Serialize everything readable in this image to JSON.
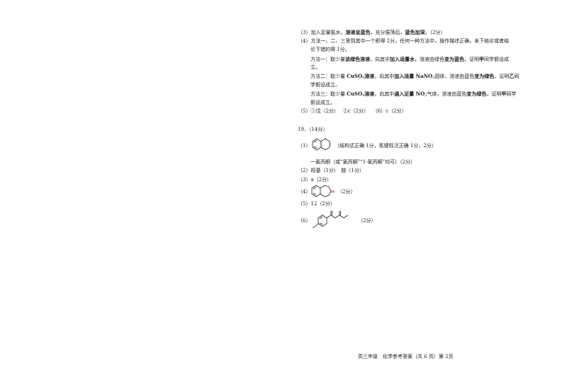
{
  "q18": {
    "p3": {
      "a": "（3）加入足量氨水，",
      "b1": "溶液呈蓝色",
      "c": "，充分振荡后，",
      "b2": "蓝色加深",
      "d": "。（2分）"
    },
    "p4_l1": "（4）方法一、二、三答到其中一个即得 2分，任何一种方法中，操作描述正确，未下结论或者结",
    "p4_l2": "论下错的得 1分。",
    "m1": {
      "a": "方法一：取少量",
      "b1": "该绿色溶液",
      "c": "，向其中",
      "b2": "加入适量水",
      "d": "，溶液由绿色",
      "b3": "变为蓝色",
      "e": "，证明",
      "b4": "甲",
      "f": "同学假设成",
      "l2": "立。"
    },
    "m2": {
      "a": "方法二：取少量 ",
      "b1": "CuSO",
      "sub1": "4",
      "b1b": "溶液",
      "c": "，向其中",
      "b2": "加入适量 NaNO",
      "sub2": "3",
      "d": "固体，溶液由蓝色",
      "b3": "变为绿色",
      "e": "，证明",
      "b4": "乙",
      "f": "同",
      "l2": "学假设成立。"
    },
    "m3": {
      "a": "方法三：取少量 ",
      "b1": "CuSO",
      "sub1": "4",
      "b1b": "溶液",
      "c": "，向其中",
      "b2": "通入足量 NO",
      "sub2": "2",
      "d": "气体，溶液由蓝色",
      "b3": "变为绿色",
      "e": "，证明",
      "b4": "甲",
      "f": "同学",
      "l2": "假设成立。"
    },
    "p5": "（5）①戊（2分）　 ②c（2分）　 （6）c（2分）"
  },
  "q19": {
    "head": "19．（14分）",
    "p1_label": "（1）",
    "p1_text": "（结构式正确 1分，氮键标注正确 1分，2分）",
    "p1_name": "一氯丙酮（或“氯丙酮”“1-氯丙酮”均可）（2分）",
    "p2": "（2）羟基（1分）　醚（1分）",
    "p3": "（3）a（2分）",
    "p4_label": "（4）",
    "p4_text": "（2分）",
    "p5": "（5）12（2分）",
    "p6_label": "（6）",
    "p6_text": "（2分）"
  },
  "footer": "高三年级　化学参考答案（共 6 页）第 2页"
}
